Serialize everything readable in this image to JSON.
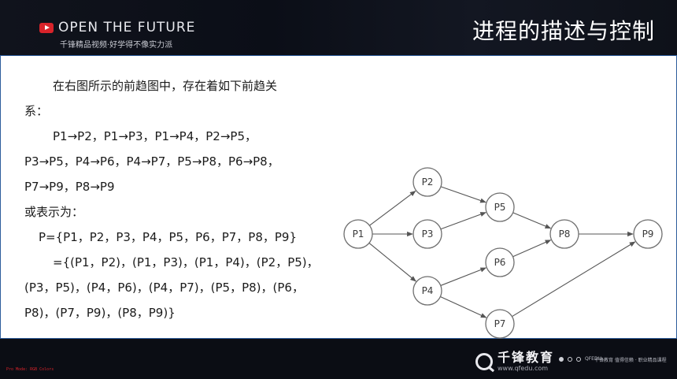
{
  "header": {
    "brand_title": "OPEN THE FUTURE",
    "brand_subtitle": "千锋精品视频·好学得不像实力派",
    "slide_title": "进程的描述与控制",
    "brand_icon": "play-icon",
    "accent_color": "#d8232a"
  },
  "body": {
    "lines": [
      "在右图所示的前趋图中，存在着如下前趋关",
      "系：",
      "P1→P2，P1→P3，P1→P4，P2→P5，",
      "P3→P5，P4→P6，P4→P7，P5→P8，P6→P8，",
      "P7→P9，P8→P9",
      "或表示为：",
      "P={P1，P2，P3，P4，P5，P6，P7，P8，P9}",
      "={(P1，P2)，(P1，P3)，(P1，P4)，(P2，P5)，",
      "(P3，P5)，(P4，P6)，(P4，P7)，(P5，P8)，(P6，",
      "P8)，(P7，P9)，(P8，P9)}"
    ]
  },
  "diagram": {
    "nodes": [
      "P1",
      "P2",
      "P3",
      "P4",
      "P5",
      "P6",
      "P7",
      "P8",
      "P9"
    ],
    "edges": [
      [
        "P1",
        "P2"
      ],
      [
        "P1",
        "P3"
      ],
      [
        "P1",
        "P4"
      ],
      [
        "P2",
        "P5"
      ],
      [
        "P3",
        "P5"
      ],
      [
        "P4",
        "P6"
      ],
      [
        "P4",
        "P7"
      ],
      [
        "P5",
        "P8"
      ],
      [
        "P6",
        "P8"
      ],
      [
        "P7",
        "P9"
      ],
      [
        "P8",
        "P9"
      ]
    ]
  },
  "footer": {
    "brand": "千锋教育",
    "url": "www.qfedu.com",
    "tag": "QFEDU",
    "slogan": "千锋教育 值得信赖 · 职业精品课程",
    "corner_note": "Pro Mode: RGB Colors",
    "logo_icon": "q-logo-icon"
  }
}
